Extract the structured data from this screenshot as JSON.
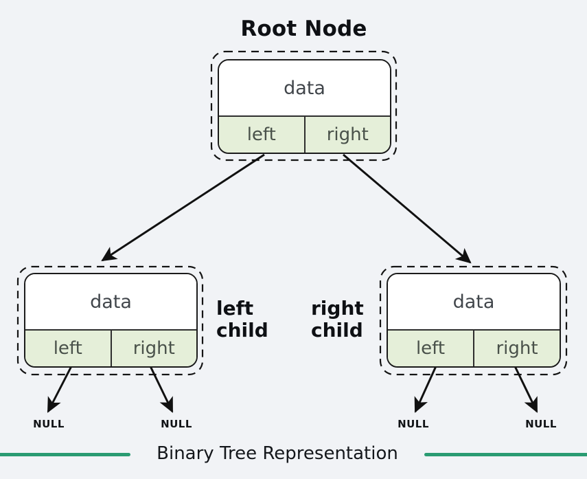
{
  "title": "Root Node",
  "caption": "Binary Tree Representation",
  "labels": {
    "left_child": "left child",
    "right_child": "right child"
  },
  "nodes": [
    {
      "name": "root",
      "data": "data",
      "left": "left",
      "right": "right"
    },
    {
      "name": "left-child",
      "data": "data",
      "left": "left",
      "right": "right"
    },
    {
      "name": "right-child",
      "data": "data",
      "left": "left",
      "right": "right"
    }
  ],
  "nulls": [
    "NULL",
    "NULL",
    "NULL",
    "NULL"
  ],
  "colors": {
    "background": "#f1f3f6",
    "node_fill": "#ffffff",
    "pointer_cell_fill": "#e5efd9",
    "node_border": "#1b1b1b",
    "dashed_outline": "#141414",
    "arrow": "#111111",
    "accent_line": "#2a9b72",
    "heading_text": "#0e1014",
    "node_text": "#44484d"
  }
}
